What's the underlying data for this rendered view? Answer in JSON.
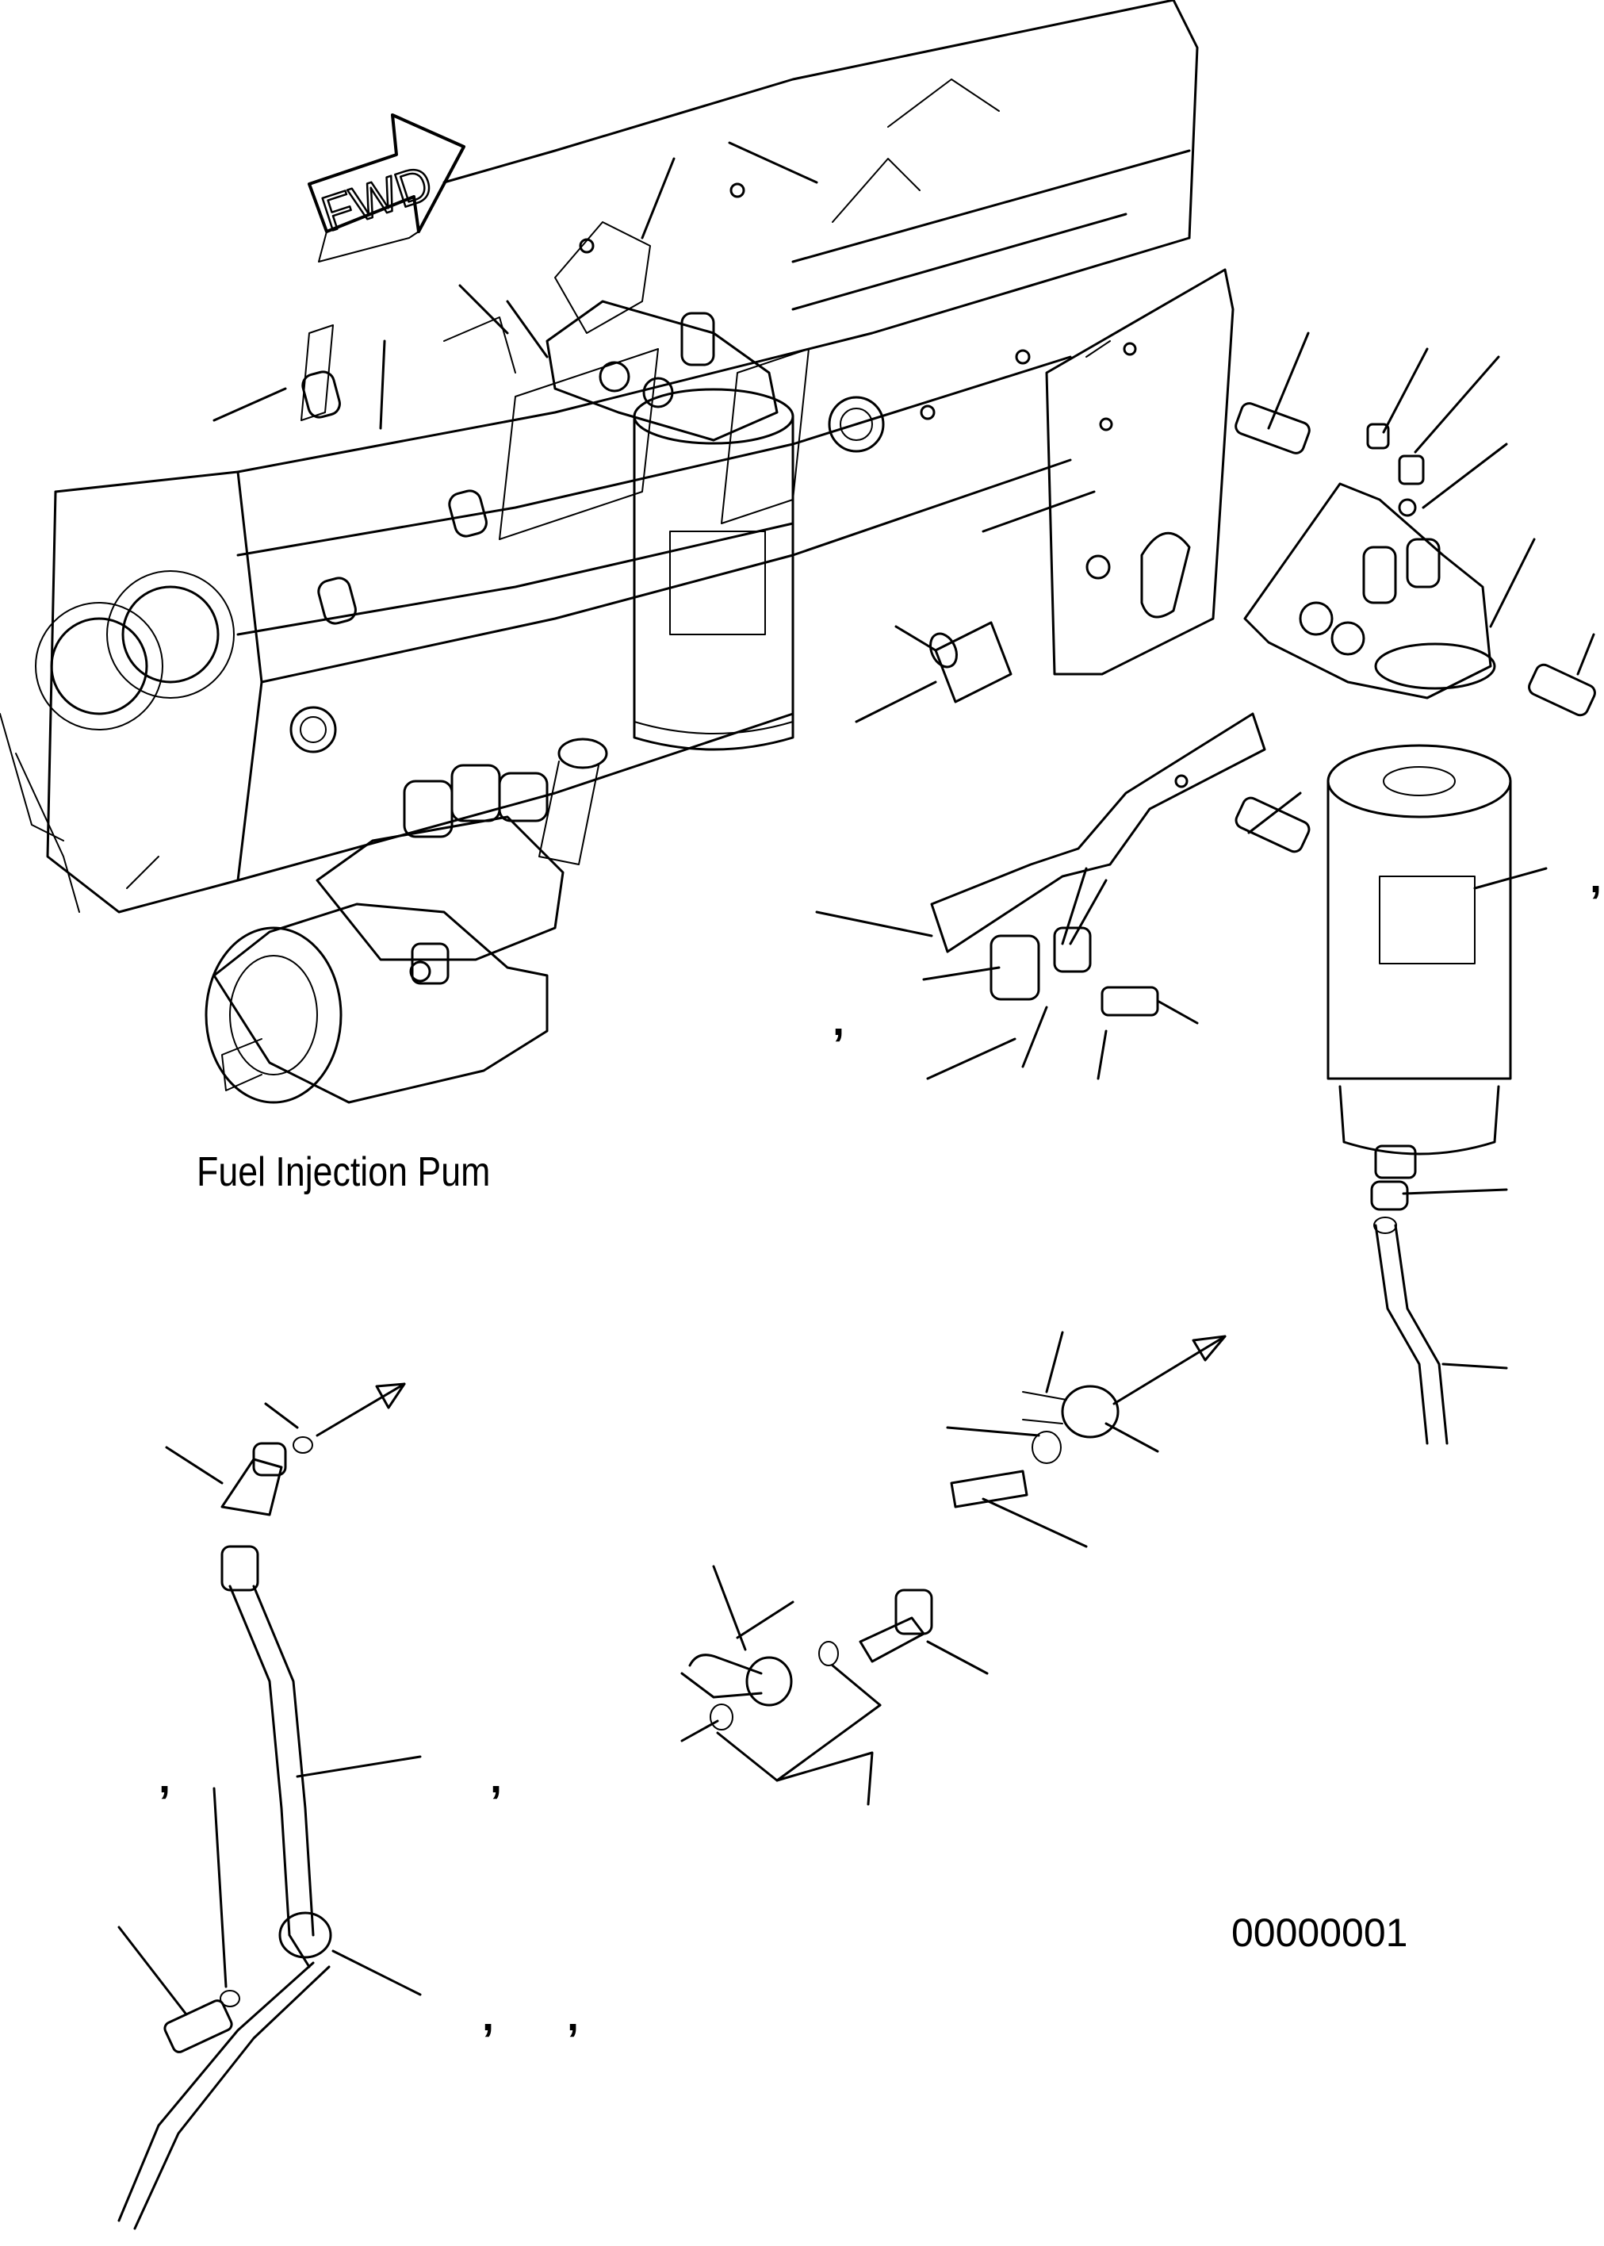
{
  "direction_arrow": {
    "label": "FWD"
  },
  "callouts": {
    "fuel_injection_pump": "Fuel Injection Pum",
    "drawing_number": "00000001"
  },
  "glyphs": {
    "comma": ","
  },
  "icons": [
    "fwd-arrow-icon"
  ]
}
